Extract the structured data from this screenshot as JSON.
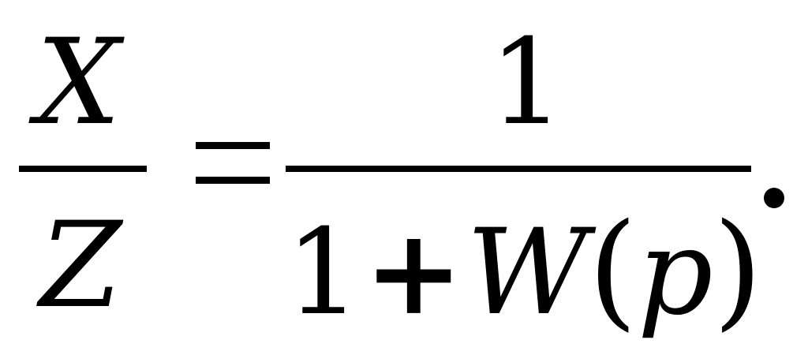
{
  "formula": {
    "lhs": {
      "numerator": "X",
      "denominator": "Z"
    },
    "operator": "=",
    "rhs": {
      "numerator": "1",
      "denominator": {
        "one": "1",
        "plus": "+",
        "function": "W",
        "open_paren": "(",
        "argument": "p",
        "close_paren": ")"
      }
    },
    "terminator": "."
  }
}
